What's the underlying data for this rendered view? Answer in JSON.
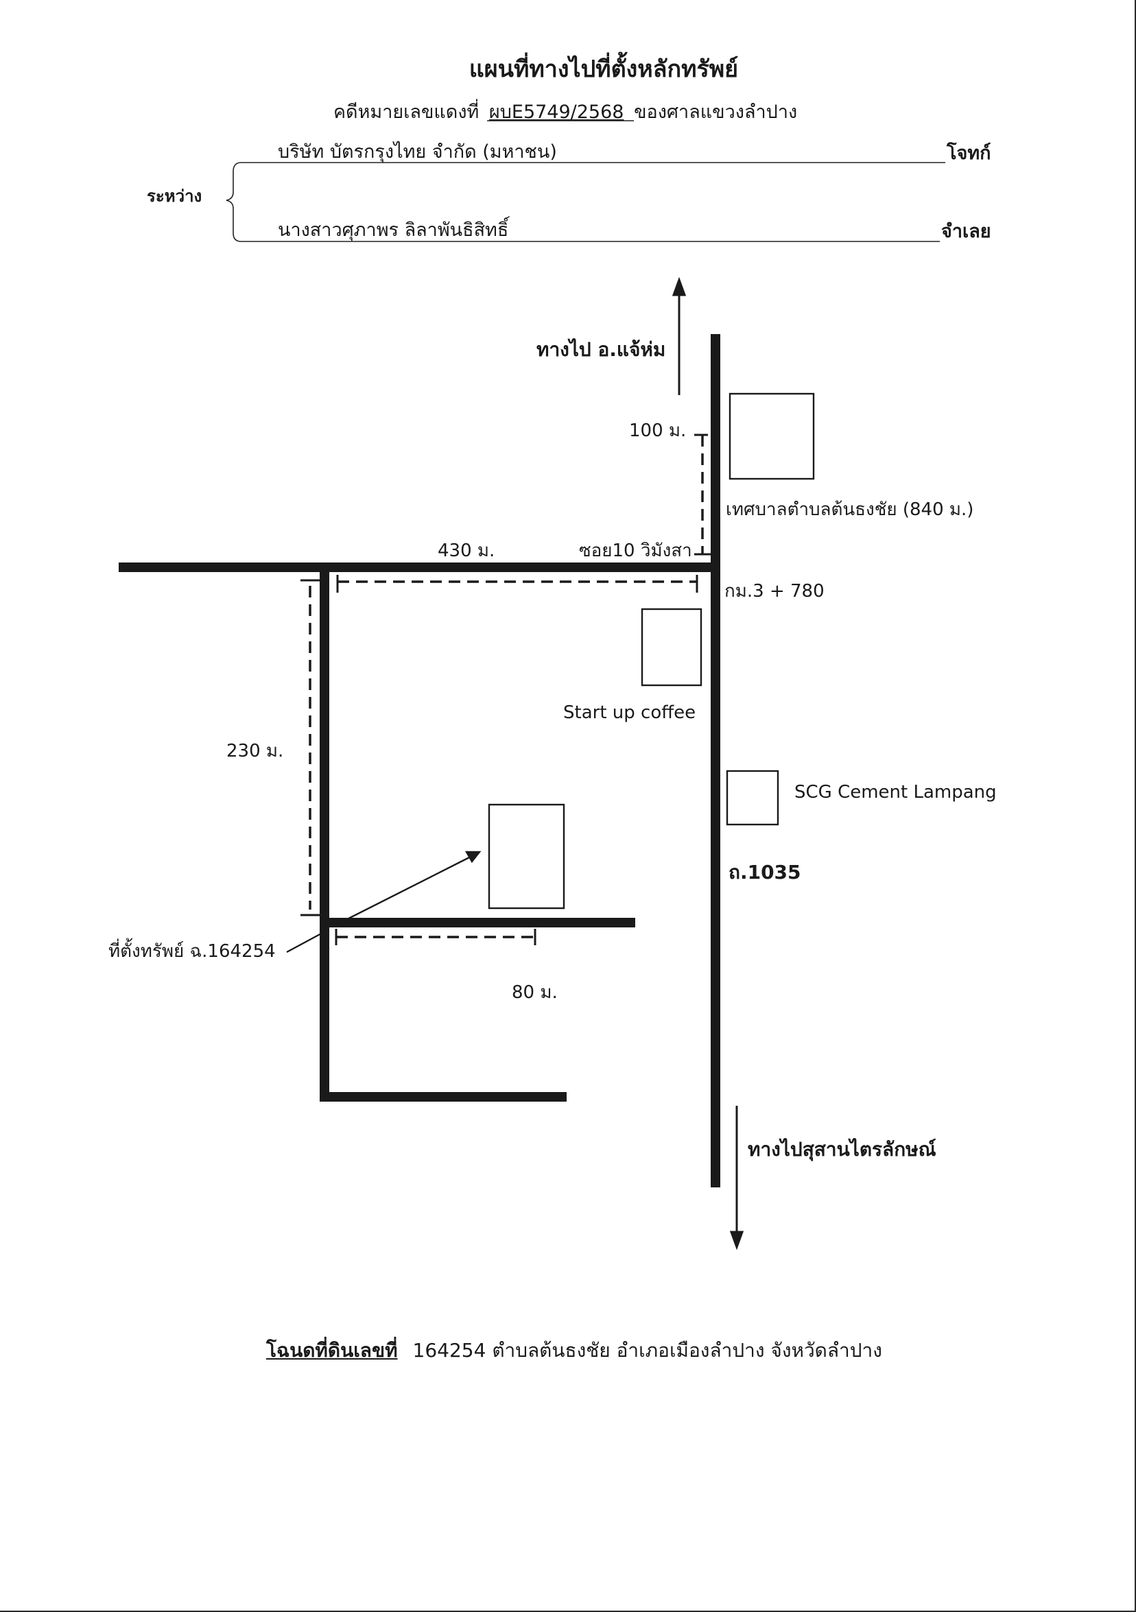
{
  "header": {
    "title": "แผนที่ทางไปที่ตั้งหลักทรัพย์",
    "case_prefix": "คดีหมายเลขแดงที่",
    "case_number": "ผบE5749/2568",
    "case_suffix": "ของศาลแขวงลำปาง"
  },
  "parties": {
    "between_label": "ระหว่าง",
    "plaintiff_name": "บริษัท บัตรกรุงไทย จำกัด (มหาชน)",
    "plaintiff_role": "โจทก์",
    "defendant_name": "นางสาวศุภาพร  ลิลาพันธิสิทธิ์",
    "defendant_role": "จำเลย"
  },
  "map": {
    "direction_north": "ทางไป อ.แจ้ห่ม",
    "direction_south": "ทางไปสุสานไตรลักษณ์",
    "dist_100": "100 ม.",
    "landmark_municipality": "เทศบาลตำบลต้นธงชัย (840 ม.)",
    "dist_430": "430 ม.",
    "soi_label": "ซอย10 วิมังสา",
    "km_marker": "กม.3 + 780",
    "landmark_cafe": "Start up coffee",
    "landmark_scg": "SCG Cement Lampang",
    "dist_230": "230 ม.",
    "highway_label": "ถ.1035",
    "property_label": "ที่ตั้งทรัพย์ ฉ.164254",
    "dist_80": "80 ม."
  },
  "footer": {
    "deed_label": "โฉนดที่ดินเลขที่",
    "deed_text": "164254 ตำบลต้นธงชัย อำเภอเมืองลำปาง จังหวัดลำปาง"
  }
}
